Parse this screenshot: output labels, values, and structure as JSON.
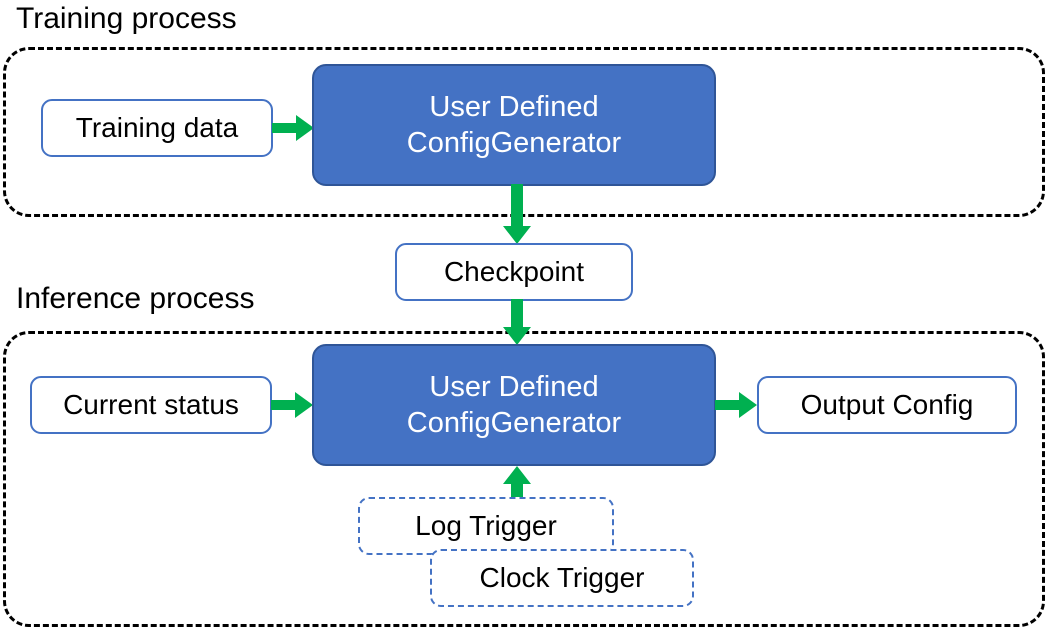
{
  "diagram": {
    "title_training": "Training process",
    "title_inference": "Inference process",
    "colors": {
      "node_fill_blue": "#4472C4",
      "node_border_blue": "#2F5597",
      "outline_blue": "#4472C4",
      "arrow_green": "#00B050",
      "container_dash": "#000000",
      "node_text_light": "#FFFFFF",
      "node_text_dark": "#000000",
      "background": "#FFFFFF"
    }
  },
  "training": {
    "input": {
      "label": "Training data"
    },
    "generator": {
      "line1": "User Defined",
      "line2": "ConfigGenerator"
    }
  },
  "checkpoint": {
    "label": "Checkpoint"
  },
  "inference": {
    "input": {
      "label": "Current status"
    },
    "generator": {
      "line1": "User Defined",
      "line2": "ConfigGenerator"
    },
    "output": {
      "label": "Output Config"
    },
    "triggers": [
      {
        "label": "Log Trigger"
      },
      {
        "label": "Clock Trigger"
      }
    ]
  },
  "arrows": [
    {
      "name": "training-data-to-generator",
      "from": "Training data",
      "to": "User Defined ConfigGenerator",
      "direction": "right"
    },
    {
      "name": "generator-to-checkpoint",
      "from": "User Defined ConfigGenerator",
      "to": "Checkpoint",
      "direction": "down"
    },
    {
      "name": "checkpoint-to-generator",
      "from": "Checkpoint",
      "to": "User Defined ConfigGenerator",
      "direction": "down"
    },
    {
      "name": "status-to-generator",
      "from": "Current status",
      "to": "User Defined ConfigGenerator",
      "direction": "right"
    },
    {
      "name": "generator-to-output",
      "from": "User Defined ConfigGenerator",
      "to": "Output Config",
      "direction": "right"
    },
    {
      "name": "trigger-to-generator",
      "from": "Log Trigger",
      "to": "User Defined ConfigGenerator",
      "direction": "up"
    }
  ]
}
